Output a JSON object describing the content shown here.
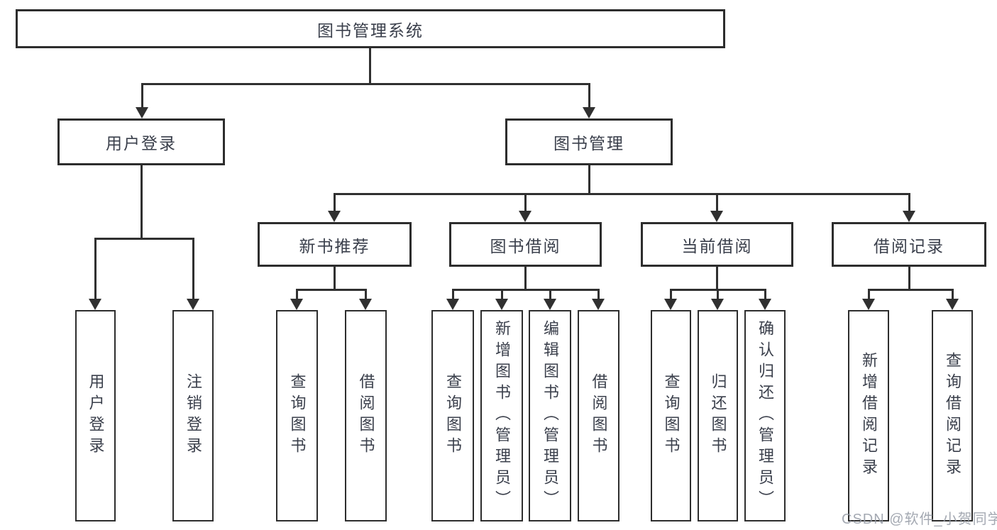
{
  "diagram": {
    "type": "hierarchy-tree",
    "watermark": "CSDN @软件_小贺同学",
    "colors": {
      "background": "#ffffff",
      "box_border": "#2d2d2d",
      "connector": "#303030",
      "text": "#3a3f4b",
      "watermark": "#949aa4"
    },
    "nodes": [
      {
        "id": "root",
        "label": "图书管理系统",
        "level": 1,
        "parent": null,
        "orientation": "horizontal"
      },
      {
        "id": "user-login",
        "label": "用户登录",
        "level": 2,
        "parent": "root",
        "orientation": "horizontal"
      },
      {
        "id": "book-mgmt",
        "label": "图书管理",
        "level": 2,
        "parent": "root",
        "orientation": "horizontal"
      },
      {
        "id": "new-book-rec",
        "label": "新书推荐",
        "level": 3,
        "parent": "book-mgmt",
        "orientation": "horizontal"
      },
      {
        "id": "book-borrow",
        "label": "图书借阅",
        "level": 3,
        "parent": "book-mgmt",
        "orientation": "horizontal"
      },
      {
        "id": "current-borrow",
        "label": "当前借阅",
        "level": 3,
        "parent": "book-mgmt",
        "orientation": "horizontal"
      },
      {
        "id": "borrow-records",
        "label": "借阅记录",
        "level": 3,
        "parent": "book-mgmt",
        "orientation": "horizontal"
      },
      {
        "id": "leaf-user-login",
        "label": "用户登录",
        "level": 4,
        "parent": "user-login",
        "orientation": "vertical"
      },
      {
        "id": "leaf-logout",
        "label": "注销登录",
        "level": 4,
        "parent": "user-login",
        "orientation": "vertical"
      },
      {
        "id": "leaf-rec-query",
        "label": "查询图书",
        "level": 4,
        "parent": "new-book-rec",
        "orientation": "vertical"
      },
      {
        "id": "leaf-rec-borrow",
        "label": "借阅图书",
        "level": 4,
        "parent": "new-book-rec",
        "orientation": "vertical"
      },
      {
        "id": "leaf-bb-query",
        "label": "查询图书",
        "level": 4,
        "parent": "book-borrow",
        "orientation": "vertical"
      },
      {
        "id": "leaf-bb-add",
        "label": "新增图书（管理员）",
        "level": 4,
        "parent": "book-borrow",
        "orientation": "vertical"
      },
      {
        "id": "leaf-bb-edit",
        "label": "编辑图书（管理员）",
        "level": 4,
        "parent": "book-borrow",
        "orientation": "vertical"
      },
      {
        "id": "leaf-bb-borrow",
        "label": "借阅图书",
        "level": 4,
        "parent": "book-borrow",
        "orientation": "vertical"
      },
      {
        "id": "leaf-cb-query",
        "label": "查询图书",
        "level": 4,
        "parent": "current-borrow",
        "orientation": "vertical"
      },
      {
        "id": "leaf-cb-return",
        "label": "归还图书",
        "level": 4,
        "parent": "current-borrow",
        "orientation": "vertical"
      },
      {
        "id": "leaf-cb-confirm",
        "label": "确认归还（管理员）",
        "level": 4,
        "parent": "current-borrow",
        "orientation": "vertical"
      },
      {
        "id": "leaf-br-add",
        "label": "新增借阅记录",
        "level": 4,
        "parent": "borrow-records",
        "orientation": "vertical"
      },
      {
        "id": "leaf-br-query",
        "label": "查询借阅记录",
        "level": 4,
        "parent": "borrow-records",
        "orientation": "vertical"
      }
    ],
    "edges": [
      [
        "root",
        "user-login"
      ],
      [
        "root",
        "book-mgmt"
      ],
      [
        "user-login",
        "leaf-user-login"
      ],
      [
        "user-login",
        "leaf-logout"
      ],
      [
        "book-mgmt",
        "new-book-rec"
      ],
      [
        "book-mgmt",
        "book-borrow"
      ],
      [
        "book-mgmt",
        "current-borrow"
      ],
      [
        "book-mgmt",
        "borrow-records"
      ],
      [
        "new-book-rec",
        "leaf-rec-query"
      ],
      [
        "new-book-rec",
        "leaf-rec-borrow"
      ],
      [
        "book-borrow",
        "leaf-bb-query"
      ],
      [
        "book-borrow",
        "leaf-bb-add"
      ],
      [
        "book-borrow",
        "leaf-bb-edit"
      ],
      [
        "book-borrow",
        "leaf-bb-borrow"
      ],
      [
        "current-borrow",
        "leaf-cb-query"
      ],
      [
        "current-borrow",
        "leaf-cb-return"
      ],
      [
        "current-borrow",
        "leaf-cb-confirm"
      ],
      [
        "borrow-records",
        "leaf-br-add"
      ],
      [
        "borrow-records",
        "leaf-br-query"
      ]
    ]
  }
}
